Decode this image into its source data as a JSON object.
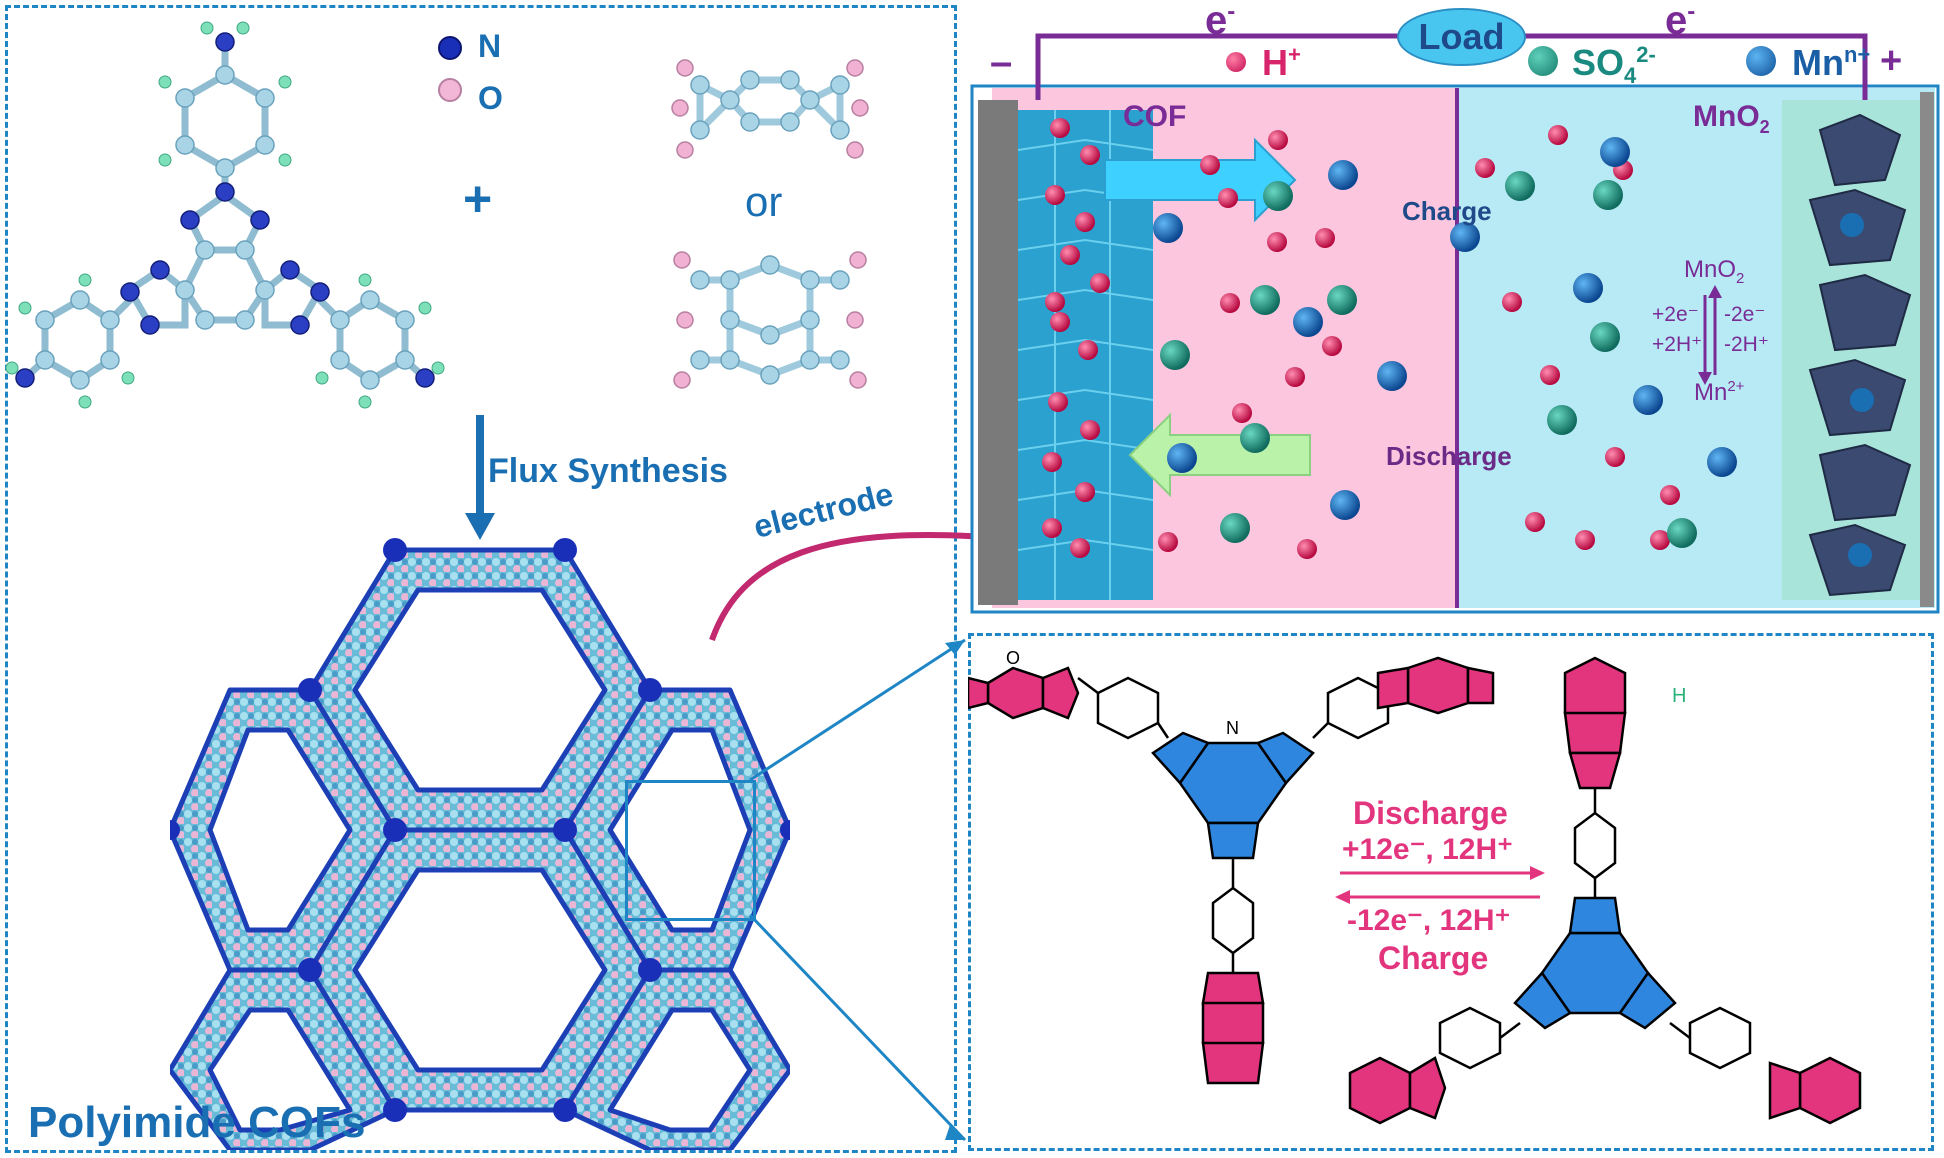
{
  "left_panel": {
    "legend_n": "N",
    "legend_o": "O",
    "plus": "+",
    "or": "or",
    "flux_synthesis": "Flux Synthesis",
    "electrode": "electrode",
    "title": "Polyimide COFs"
  },
  "battery": {
    "minus": "–",
    "plus": "+",
    "electron_left": "e",
    "electron_right": "e",
    "electron_sup": "-",
    "load": "Load",
    "ion_h": "H",
    "ion_h_sup": "+",
    "ion_so4": "SO",
    "ion_so4_sub": "4",
    "ion_so4_sup": "2-",
    "ion_mn": "Mn",
    "ion_mn_sup": "n+",
    "cof_label": "COF",
    "mno2_label": "MnO",
    "mno2_sub": "2",
    "charge": "Charge",
    "discharge": "Discharge",
    "reaction": {
      "top": "MnO",
      "top_sub": "2",
      "left1": "+2e⁻",
      "left2": "+2H⁺",
      "right1": "-2e⁻",
      "right2": "-2H⁺",
      "bottom": "Mn",
      "bottom_sup": "2+"
    }
  },
  "mechanism": {
    "discharge": "Discharge",
    "discharge_cond": "+12e⁻, 12H⁺",
    "charge_cond": "-12e⁻, 12H⁺",
    "charge": "Charge",
    "atom_n": "N",
    "atom_o": "O",
    "atom_h": "H"
  },
  "colors": {
    "panel_border": "#1f86c6",
    "blue_text": "#1a6fb3",
    "purple": "#7a2c96",
    "pink_bg": "#fcc6df",
    "cyan_bg": "#b8eaf6",
    "magenta": "#e2357e",
    "blue_core": "#2e86de",
    "green_h": "#2bb37a"
  }
}
